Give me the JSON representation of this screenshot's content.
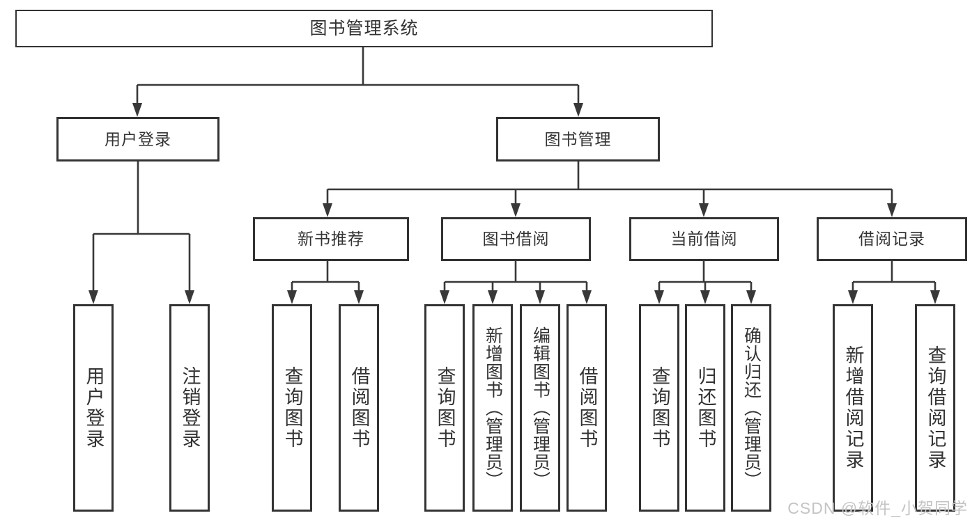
{
  "diagram": {
    "title": "图书管理系统",
    "level2": [
      {
        "label": "用户登录"
      },
      {
        "label": "图书管理"
      }
    ],
    "level3": [
      {
        "label": "新书推荐"
      },
      {
        "label": "图书借阅"
      },
      {
        "label": "当前借阅"
      },
      {
        "label": "借阅记录"
      }
    ],
    "leaves": {
      "login": [
        "用户登录",
        "注销登录"
      ],
      "newbook": [
        "查询图书",
        "借阅图书"
      ],
      "borrow": [
        "查询图书",
        "新增图书（管理员）",
        "编辑图书（管理员）",
        "借阅图书"
      ],
      "current": [
        "查询图书",
        "归还图书",
        "确认归还（管理员）"
      ],
      "records": [
        "新增借阅记录",
        "查询借阅记录"
      ]
    },
    "colors": {
      "line": "#383838",
      "text": "#333333",
      "background": "#ffffff",
      "watermark_color": "#c4c4c4"
    },
    "watermark": "CSDN @软件_小贺同学"
  }
}
